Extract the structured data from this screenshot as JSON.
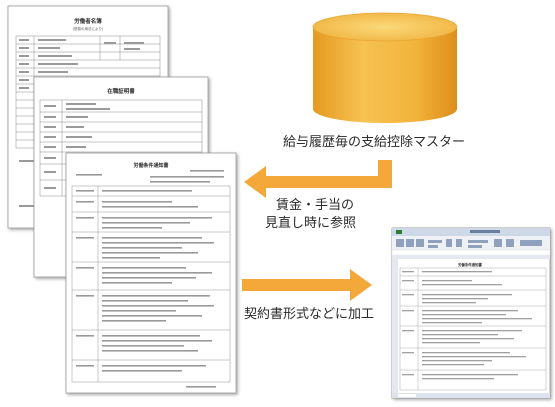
{
  "documents": {
    "register_title": "労働者名簿",
    "register_subtitle": "(簡易の用法により)",
    "employment_cert_title": "在職証明書",
    "contract_title": "労働条件通知書",
    "spreadsheet_title": "労働条件通知書"
  },
  "database": {
    "label": "給与履歴毎の支給控除マスター"
  },
  "flows": {
    "reference_caption_line1": "賃金・手当の",
    "reference_caption_line2": "見直し時に参照",
    "process_caption": "契約書形式などに加工"
  },
  "colors": {
    "arrow": "#f4a83a",
    "cylinder_body": "#f0b43a",
    "cylinder_top": "#f7c95e",
    "text": "#2a2a2a"
  }
}
